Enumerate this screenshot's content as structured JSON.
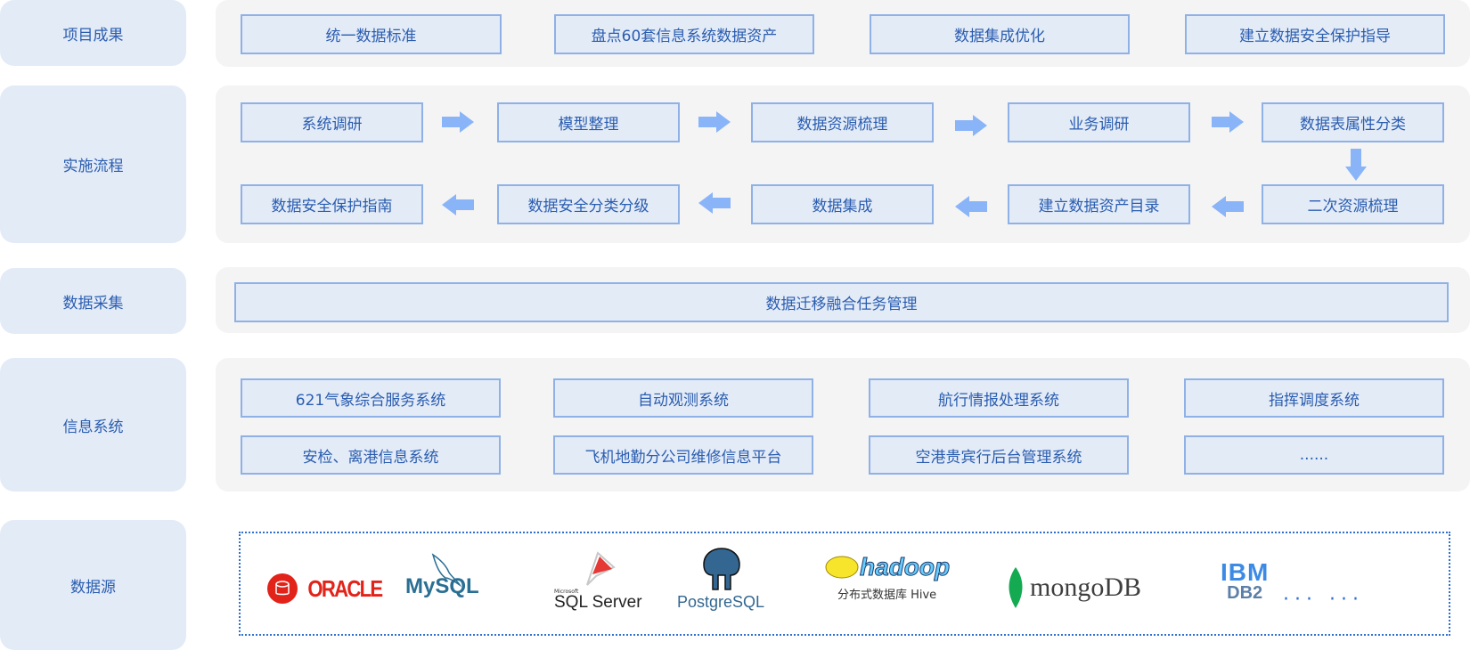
{
  "rows": {
    "results": {
      "label": "项目成果",
      "items": [
        "统一数据标准",
        "盘点60套信息系统数据资产",
        "数据集成优化",
        "建立数据安全保护指导"
      ]
    },
    "process": {
      "label": "实施流程",
      "row1": [
        "系统调研",
        "模型整理",
        "数据资源梳理",
        "业务调研",
        "数据表属性分类"
      ],
      "row2": [
        "数据安全保护指南",
        "数据安全分类分级",
        "数据集成",
        "建立数据资产目录",
        "二次资源梳理"
      ]
    },
    "collection": {
      "label": "数据采集",
      "item": "数据迁移融合任务管理"
    },
    "systems": {
      "label": "信息系统",
      "row1": [
        "621气象综合服务系统",
        "自动观测系统",
        "航行情报处理系统",
        "指挥调度系统"
      ],
      "row2": [
        "安检、离港信息系统",
        "飞机地勤分公司维修信息平台",
        "空港贵宾行后台管理系统",
        "......"
      ]
    },
    "sources": {
      "label": "数据源",
      "logos": [
        {
          "name": "ORACLE",
          "icon": "oracle-logo"
        },
        {
          "name": "MySQL",
          "icon": "mysql-logo"
        },
        {
          "name": "SQL Server",
          "sub": "Microsoft",
          "icon": "sqlserver-logo"
        },
        {
          "name": "PostgreSQL",
          "icon": "postgresql-logo"
        },
        {
          "name": "hadoop",
          "sub": "分布式数据库 Hive",
          "icon": "hadoop-logo"
        },
        {
          "name": "mongoDB",
          "icon": "mongodb-logo"
        },
        {
          "name": "IBM",
          "sub": "DB2",
          "icon": "ibm-db2-logo"
        }
      ],
      "more": "··· ···"
    }
  },
  "colors": {
    "label_bg": "#e3ebf7",
    "panel_bg": "#f4f4f4",
    "box_border": "#8fb1e6",
    "text": "#2a5db0",
    "arrow": "#8ab4f8"
  }
}
